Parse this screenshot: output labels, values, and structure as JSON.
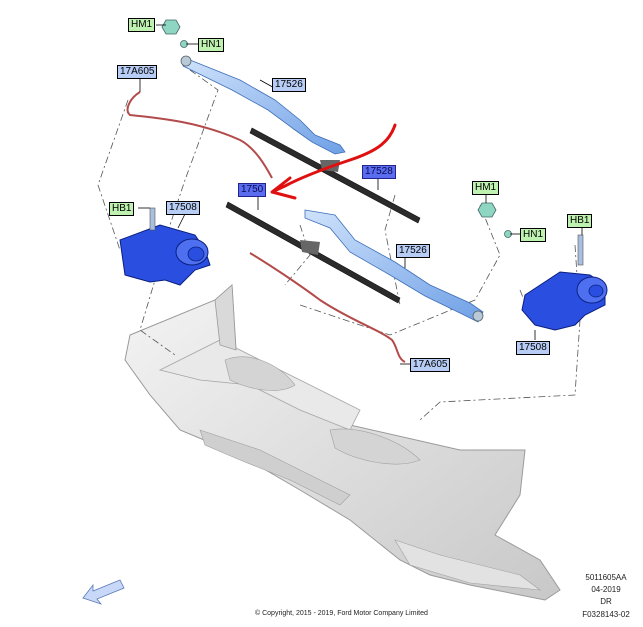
{
  "callouts": {
    "hm1_left": "HM1",
    "hn1_left": "HN1",
    "c17a605_left": "17A605",
    "c17526_top": "17526",
    "c17528": "17528",
    "c175_partial": "1750",
    "hb1_left": "HB1",
    "c17508_left": "17508",
    "c17526_bottom": "17526",
    "c17a605_bottom": "17A605",
    "hm1_right": "HM1",
    "hn1_right": "HN1",
    "hb1_right": "HB1",
    "c17508_right": "17508"
  },
  "metadata": {
    "doc_number": "5011605AA",
    "date": "04-2019",
    "region": "DR",
    "figure_id": "F0328143-02",
    "copyright": "© Copyright, 2015 - 2019, Ford Motor Company Limited"
  },
  "colors": {
    "label_green": "#bff2b0",
    "label_blue": "#b8cdf5",
    "highlight_blue": "#5a6cf0",
    "wiper_arm": "#8ab8ee",
    "motor": "#2a4fe0",
    "hose": "#b34b4b",
    "annotation_red": "#e01010",
    "cowl_panel": "#dcdcdc"
  }
}
